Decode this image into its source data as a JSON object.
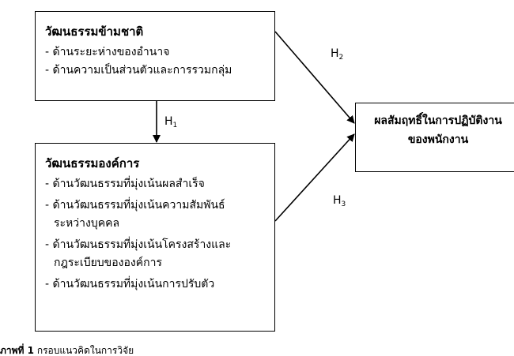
{
  "cross_culture": {
    "title": "วัฒนธรรมข้ามชาติ",
    "items": [
      "- ด้านระยะห่างของอำนาจ",
      "- ด้านความเป็นส่วนตัวและการรวมกลุ่ม"
    ]
  },
  "org_culture": {
    "title": "วัฒนธรรมองค์การ",
    "items": [
      "- ด้านวัฒนธรรมที่มุ่งเน้นผลสำเร็จ",
      "- ด้านวัฒนธรรมที่มุ่งเน้นความสัมพันธ์\nระหว่างบุคคล",
      "- ด้านวัฒนธรรมที่มุ่งเน้นโครงสร้างและ\nกฎระเบียบขององค์การ",
      "- ด้านวัฒนธรรมที่มุ่งเน้นการปรับตัว"
    ]
  },
  "outcome": {
    "line1": "ผลสัมฤทธิ์ในการปฏิบัติงาน",
    "line2": "ของพนักงาน"
  },
  "hypotheses": {
    "h1": {
      "letter": "H",
      "num": "1"
    },
    "h2": {
      "letter": "H",
      "num": "2"
    },
    "h3": {
      "letter": "H",
      "num": "3"
    }
  },
  "caption": {
    "label": "ภาพที่ 1",
    "text": " กรอบแนวคิดในการวิจัย"
  },
  "colors": {
    "line": "#000000",
    "background": "#ffffff"
  }
}
